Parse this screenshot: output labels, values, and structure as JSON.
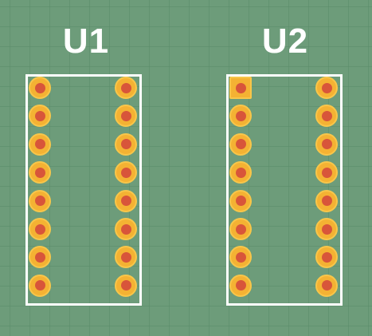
{
  "components": [
    {
      "designator": "U1",
      "pins_per_side": 8,
      "pin1_square": false
    },
    {
      "designator": "U2",
      "pins_per_side": 8,
      "pin1_square": true
    }
  ],
  "colors": {
    "board": "#6d9c7a",
    "silkscreen": "#ffffff",
    "pad": "#f4b233",
    "drill_hole": "#d8553a"
  }
}
